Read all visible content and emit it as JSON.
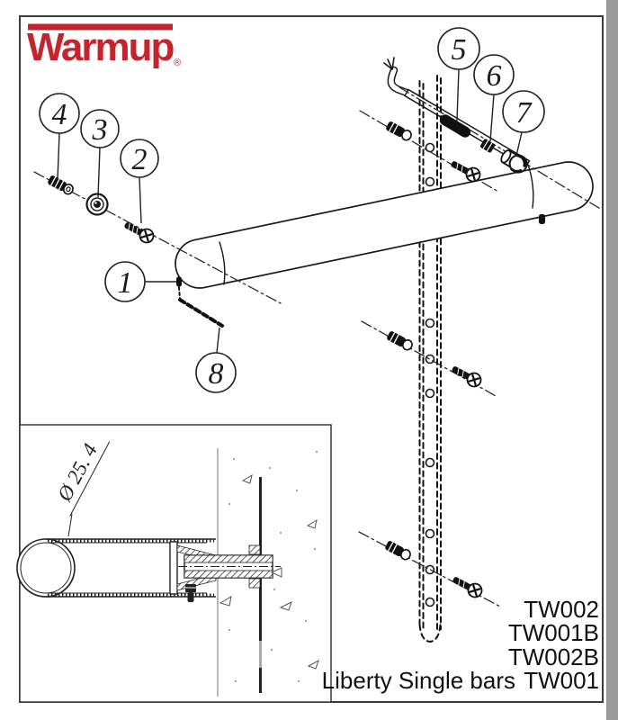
{
  "logo": {
    "brand": "Warmup",
    "registered_mark": "®",
    "brand_color": "#c4242e"
  },
  "callouts": [
    {
      "number": "1"
    },
    {
      "number": "2"
    },
    {
      "number": "3"
    },
    {
      "number": "4"
    },
    {
      "number": "5"
    },
    {
      "number": "6"
    },
    {
      "number": "7"
    },
    {
      "number": "8"
    }
  ],
  "inset": {
    "dimension_label": "Ø 25. 4"
  },
  "labels": {
    "code_line1": "TW002",
    "code_line2": "TW001B",
    "code_line3": "TW002B",
    "product_name": "Liberty Single bars",
    "code_line4": "TW001"
  },
  "colors": {
    "line": "#1a1a1a",
    "frame": "#3a3a3a",
    "shade": "#9a9a9a",
    "brand_red": "#c4242e"
  }
}
